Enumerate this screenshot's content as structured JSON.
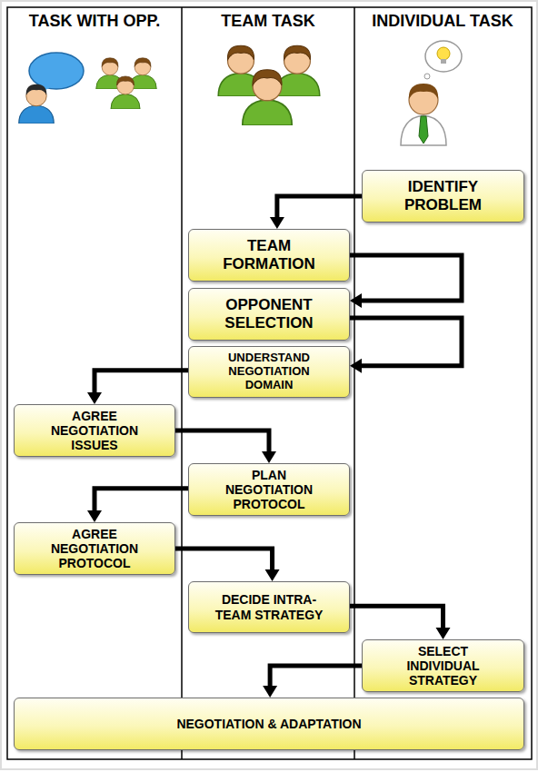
{
  "diagram": {
    "nodes": [
      {
        "text": [
          "IDENTIFY PROBLEM"
        ]
      },
      {
        "text": [
          "TEAM FORMATION"
        ]
      },
      {
        "text": [
          "OPPONENT SELECTION"
        ]
      },
      {
        "text": [
          "UNDERSTAND NEGOTIATION DOMAIN"
        ]
      },
      {
        "text": [
          "AGREE NEGOTIATION ISSUES"
        ]
      },
      {
        "text": [
          "PLAN NEGOTIATION PROTOCOL"
        ]
      },
      {
        "text": [
          "AGREE NEGOTIATION PROTOCOL"
        ]
      },
      {
        "text": [
          "DECIDE INTRA-TEAM STRATEGY"
        ]
      },
      {
        "text": [
          "SELECT INDIVIDUAL STRATEGY"
        ]
      },
      {
        "text": [
          "NEGOTIATION & ADAPTATION"
        ]
      }
    ],
    "edges": [
      {
        "from": 0,
        "to": 1,
        "arrow": "to"
      },
      {
        "from": 1,
        "to": 2,
        "arrow": "to"
      },
      {
        "from": 2,
        "to": 3,
        "arrow": "to"
      },
      {
        "from": 3,
        "to": 4,
        "arrow": "to"
      },
      {
        "from": 4,
        "to": 5,
        "arrow": "to"
      },
      {
        "from": 5,
        "to": 6,
        "arrow": "to"
      },
      {
        "from": 6,
        "to": 7,
        "arrow": "to"
      },
      {
        "from": 7,
        "to": 8,
        "arrow": "to"
      },
      {
        "from": 8,
        "to": 9,
        "arrow": "to"
      }
    ],
    "labels": [
      "TASK WITH OPP.",
      "TEAM TASK",
      "INDIVIDUAL TASK"
    ]
  }
}
